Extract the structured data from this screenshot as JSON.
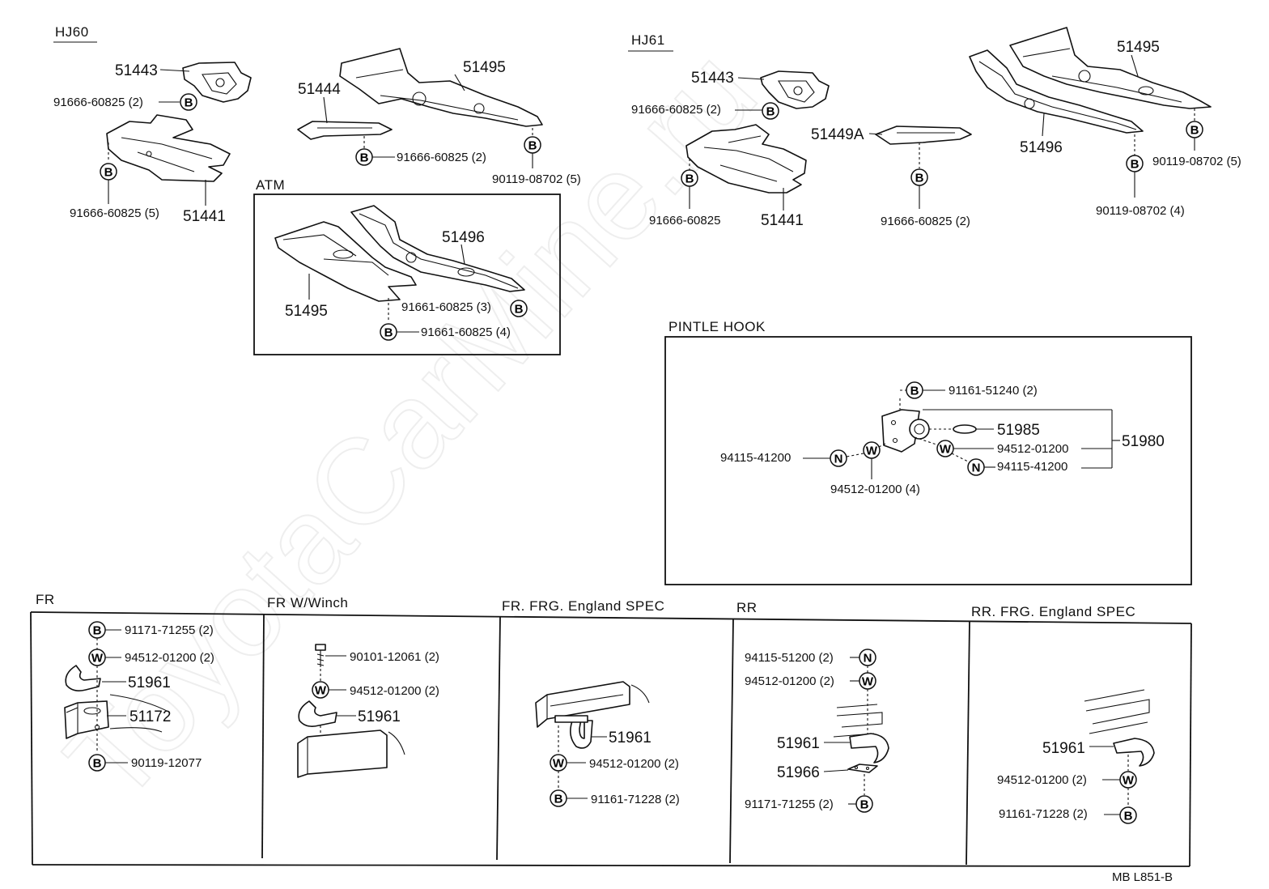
{
  "watermark": "ToyotaCarMine.ru",
  "footer_code": "MB  L851-B",
  "sections": {
    "hj60": "HJ60",
    "hj61": "HJ61",
    "atm": "ATM",
    "pintle_hook": "PINTLE  HOOK",
    "fr": "FR",
    "fr_winch": "FR W/Winch",
    "fr_frg": "FR. FRG. England SPEC",
    "rr": "RR",
    "rr_frg": "RR. FRG. England SPEC"
  },
  "symbols": {
    "bolt": "B",
    "washer": "W",
    "nut": "N"
  },
  "hj60": {
    "p51443": "51443",
    "p51444": "51444",
    "p51495": "51495",
    "p51441": "51441",
    "f_51443": "91666-60825 (2)",
    "f_51441": "91666-60825 (5)",
    "f_51444": "91666-60825 (2)",
    "f_51495": "90119-08702 (5)"
  },
  "atm": {
    "p51496": "51496",
    "p51495": "51495",
    "f1": "91661-60825 (3)",
    "f2": "91661-60825 (4)"
  },
  "hj61": {
    "p51443": "51443",
    "p51449a": "51449A",
    "p51495": "51495",
    "p51496": "51496",
    "p51441": "51441",
    "f_51443": "91666-60825 (2)",
    "f_51441": "91666-60825",
    "f_51449a": "91666-60825 (2)",
    "f_51495": "90119-08702 (5)",
    "f_51496": "90119-08702 (4)"
  },
  "pintle": {
    "bolt": "91161-51240 (2)",
    "p51985": "51985",
    "p51980": "51980",
    "washer_r": "94512-01200",
    "nut_r": "94115-41200",
    "nut_l": "94115-41200",
    "washer_l": "94512-01200 (4)"
  },
  "fr": {
    "bolt": "91171-71255 (2)",
    "washer": "94512-01200 (2)",
    "hook": "51961",
    "bracket": "51172",
    "bolt2": "90119-12077"
  },
  "fr_winch": {
    "bolt": "90101-12061 (2)",
    "washer": "94512-01200 (2)",
    "hook": "51961"
  },
  "fr_frg": {
    "hook": "51961",
    "washer": "94512-01200 (2)",
    "bolt": "91161-71228 (2)"
  },
  "rr": {
    "nut": "94115-51200 (2)",
    "washer": "94512-01200 (2)",
    "hook": "51961",
    "plate": "51966",
    "bolt": "91171-71255 (2)"
  },
  "rr_frg": {
    "hook": "51961",
    "washer": "94512-01200 (2)",
    "bolt": "91161-71228 (2)"
  }
}
